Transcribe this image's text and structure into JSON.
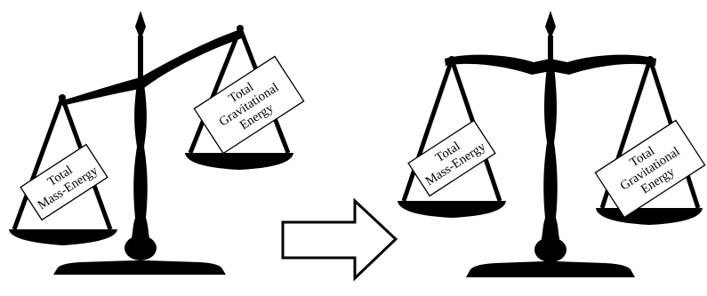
{
  "diagram": {
    "left_scale": {
      "state": "tilted",
      "left_pan_card": [
        "Total",
        "Mass-Energy"
      ],
      "right_pan_card": [
        "Total",
        "Gravitational",
        "Energy"
      ]
    },
    "arrow": {
      "direction": "right",
      "style": "outlined"
    },
    "right_scale": {
      "state": "balanced",
      "left_pan_card": [
        "Total",
        "Mass-Energy"
      ],
      "right_pan_card": [
        "Total",
        "Gravitational",
        "Energy"
      ]
    }
  },
  "colors": {
    "ink": "#000000",
    "background": "#ffffff",
    "card_fill": "#ffffff"
  }
}
